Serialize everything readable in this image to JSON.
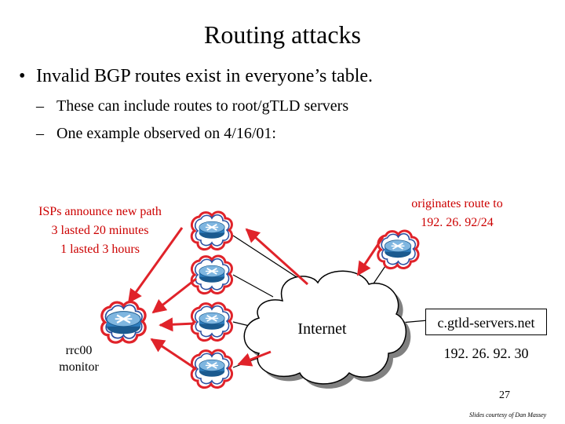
{
  "slide": {
    "title": "Routing attacks",
    "bullet": "Invalid BGP routes exist in everyone’s table.",
    "bullet_marker": "•",
    "sub_marker": "–",
    "subbullets": [
      "These can include routes to root/gTLD servers",
      "One example observed on 4/16/01:"
    ],
    "page_number": "27",
    "credit": "Slides courtesy of Dan Massey"
  },
  "diagram": {
    "isp_announce": [
      "ISPs announce new path",
      "3 lasted 20 minutes",
      "1 lasted 3 hours"
    ],
    "originates": [
      "originates route to",
      "192. 26. 92/24"
    ],
    "internet_label": "Internet",
    "server_box": "c.gtld-servers.net",
    "server_ip": "192. 26. 92. 30",
    "monitor_label": [
      "rrc00",
      "monitor"
    ],
    "colors": {
      "router_fill": "#2f7fc0",
      "router_dark": "#1b5a8f",
      "router_top": "#7fb6e0",
      "cloud_outline_red": "#e0232a",
      "cloud_outline_blue": "#2a4fa0",
      "arrow_red": "#e0232a",
      "label_red": "#cc0000"
    }
  }
}
